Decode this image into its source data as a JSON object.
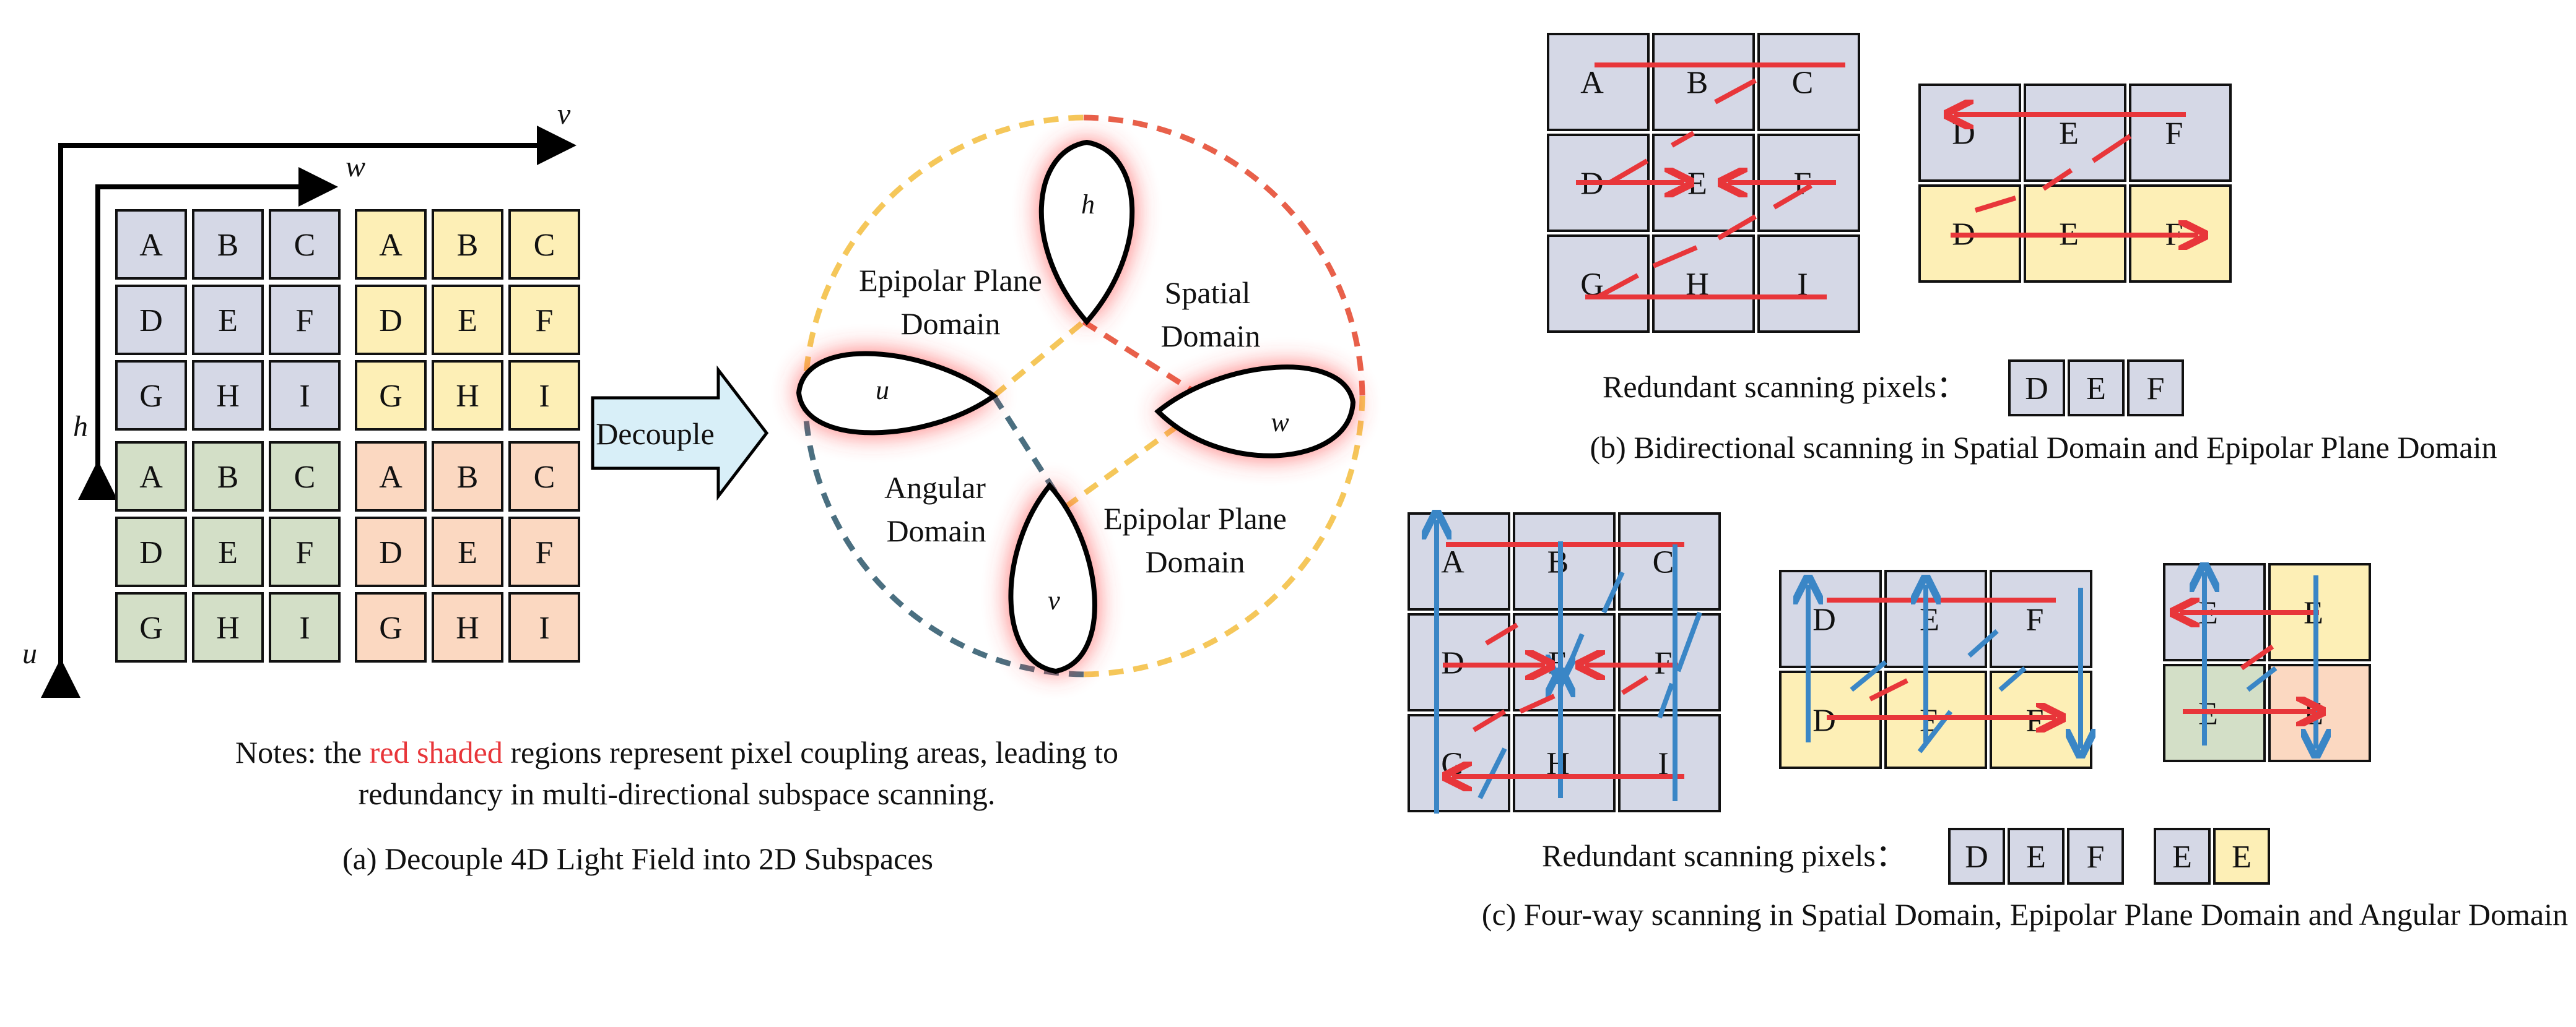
{
  "colors": {
    "gray": "#d5d8e6",
    "yellow": "#fdefb6",
    "green": "#d3dfc7",
    "peach": "#fbd8c1",
    "red_arrow": "#e8363a",
    "blue_arrow": "#3a86c6",
    "circle_orange": "#f5c75a",
    "circle_red": "#e8604a",
    "circle_teal": "#4a6f80",
    "glow": "#ff3b3b",
    "decouple_fill": "#d8eff8"
  },
  "grid_letters": [
    "A",
    "B",
    "C",
    "D",
    "E",
    "F",
    "G",
    "H",
    "I"
  ],
  "panel_a": {
    "axis_v": "v",
    "axis_w": "w",
    "axis_h": "h",
    "axis_u": "u",
    "decouple_label": "Decouple",
    "petals": {
      "h": "h",
      "u": "u",
      "w": "w",
      "v": "v"
    },
    "domains": {
      "epi_top_line1": "Epipolar Plane",
      "epi_top_line2": "Domain",
      "spatial_line1": "Spatial",
      "spatial_line2": "Domain",
      "angular_line1": "Angular",
      "angular_line2": "Domain",
      "epi_bot_line1": "Epipolar Plane",
      "epi_bot_line2": "Domain"
    },
    "notes_prefix": "Notes: the ",
    "notes_highlight": "red shaded",
    "notes_suffix": " regions represent pixel coupling areas, leading to",
    "notes_line2": "redundancy in multi-directional subspace scanning.",
    "caption": "(a) Decouple 4D Light Field into 2D Subspaces"
  },
  "panel_b": {
    "redundant_label": "Redundant scanning pixels：",
    "redundant_cells": [
      "D",
      "E",
      "F"
    ],
    "caption": "(b) Bidirectional scanning in Spatial Domain and  Epipolar Plane Domain"
  },
  "panel_c": {
    "redundant_label": "Redundant scanning pixels：",
    "redundant_cells_1": [
      "D",
      "E",
      "F"
    ],
    "redundant_cells_2": [
      "E",
      "E"
    ],
    "caption": "(c) Four-way scanning in Spatial Domain, Epipolar Plane Domain and  Angular Domain"
  }
}
